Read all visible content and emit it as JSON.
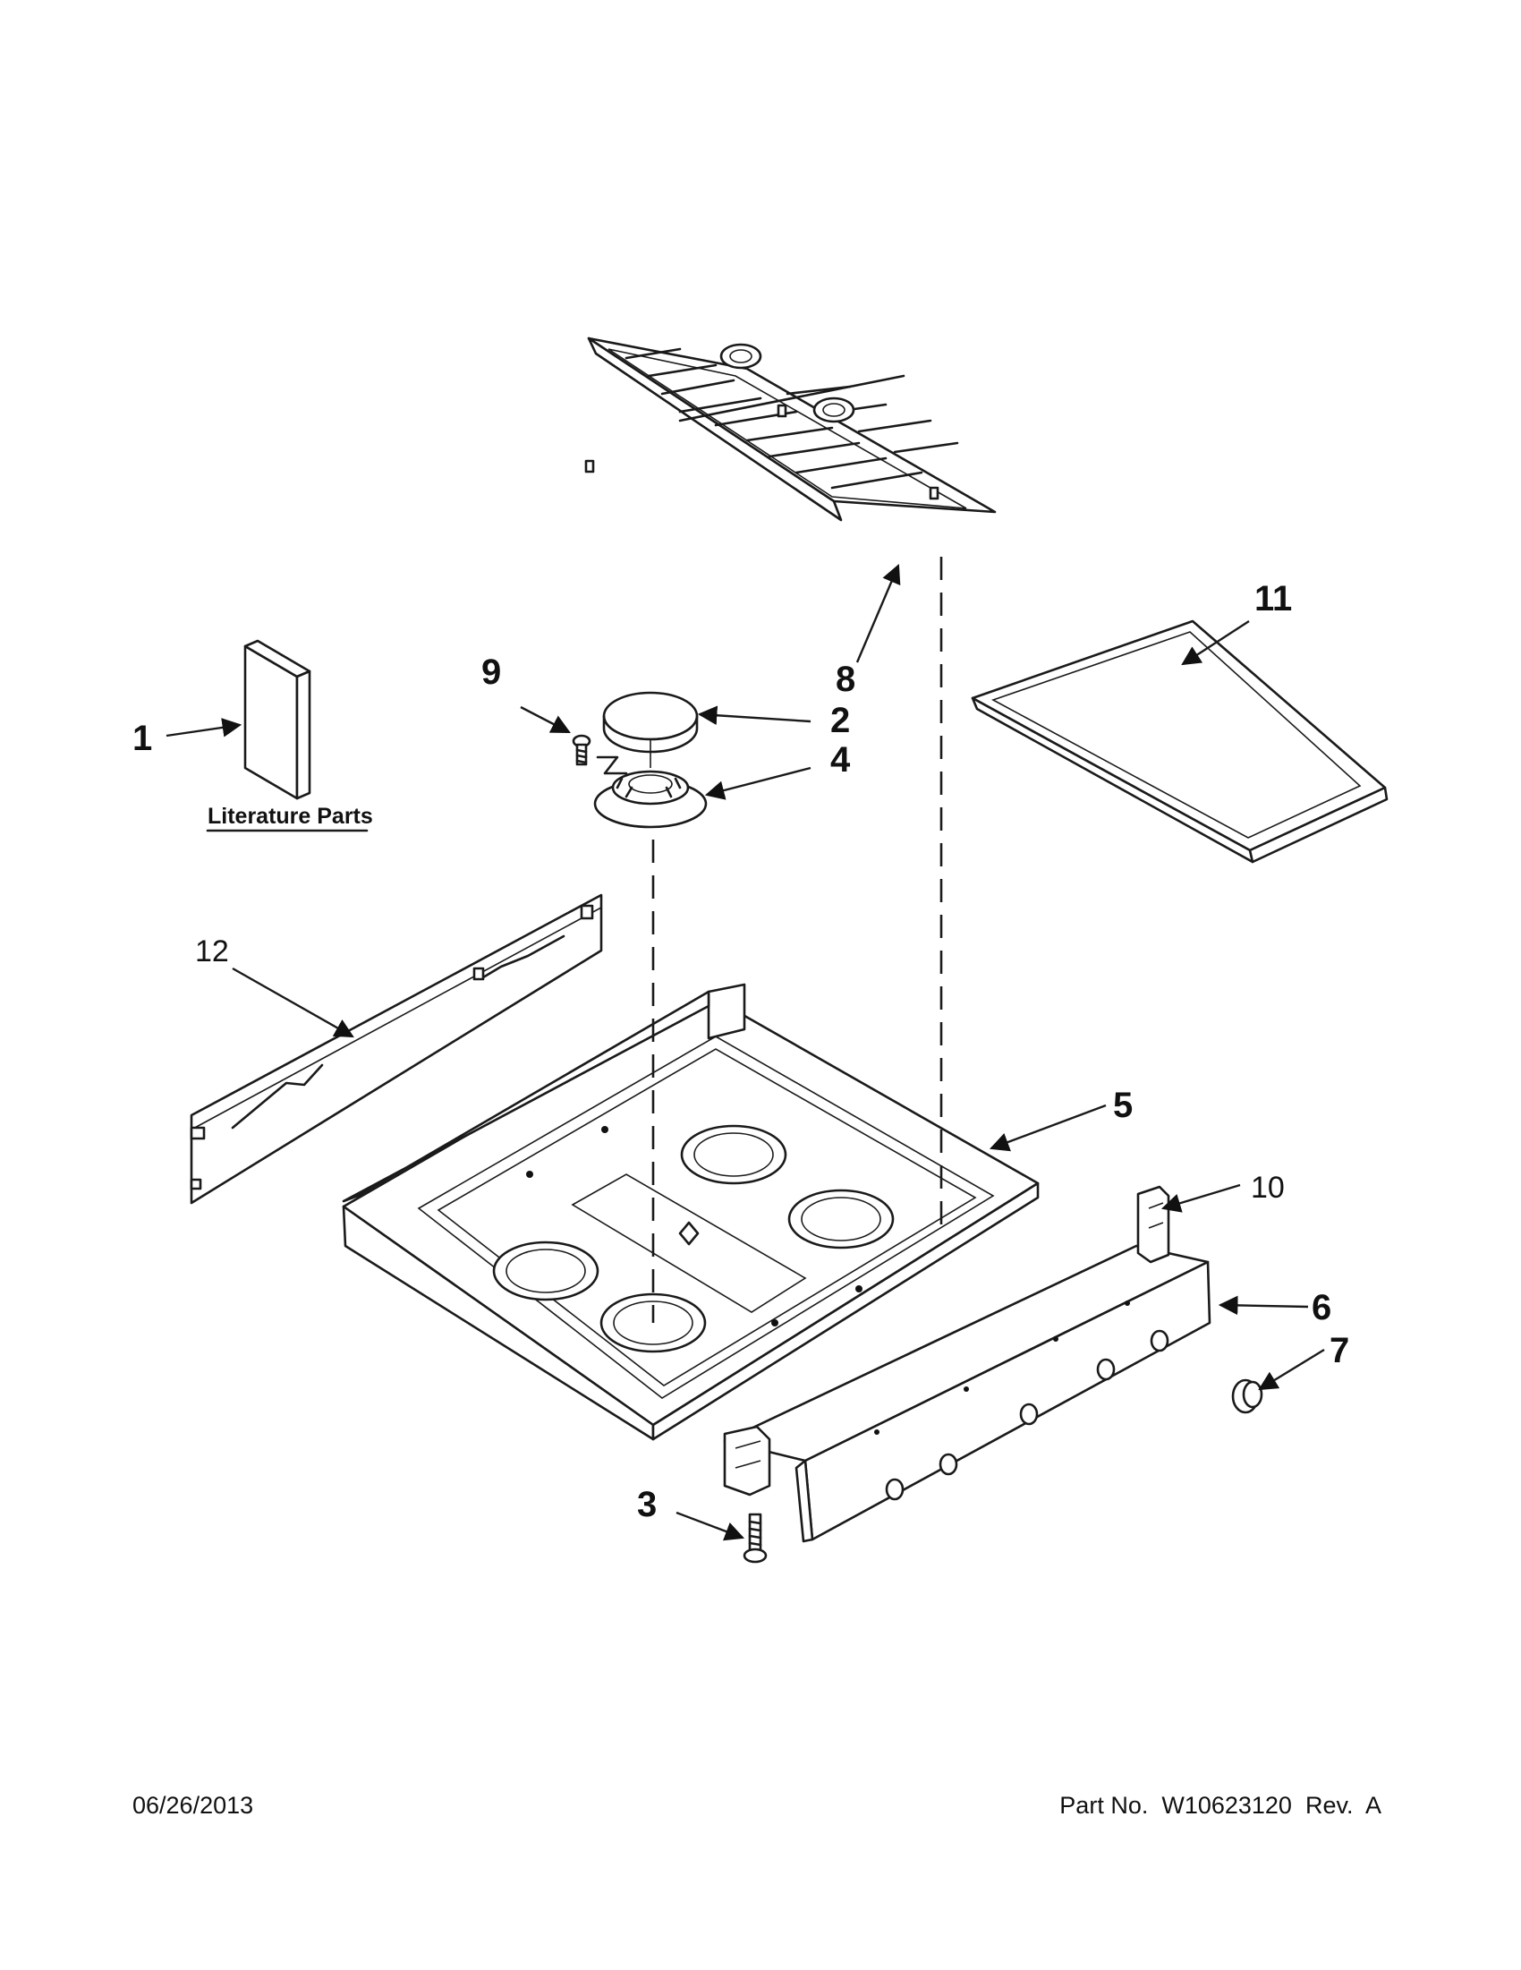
{
  "callouts": {
    "c1": "1",
    "c2": "2",
    "c3": "3",
    "c4": "4",
    "c5": "5",
    "c6": "6",
    "c7": "7",
    "c8": "8",
    "c9": "9",
    "c10": "10",
    "c11": "11",
    "c12": "12"
  },
  "literature_label": "Literature Parts",
  "footer": {
    "date": "06/26/2013",
    "part_no": "Part No.  W10623120  Rev.  A"
  },
  "colors": {
    "ink": "#111111",
    "paper": "#ffffff"
  }
}
